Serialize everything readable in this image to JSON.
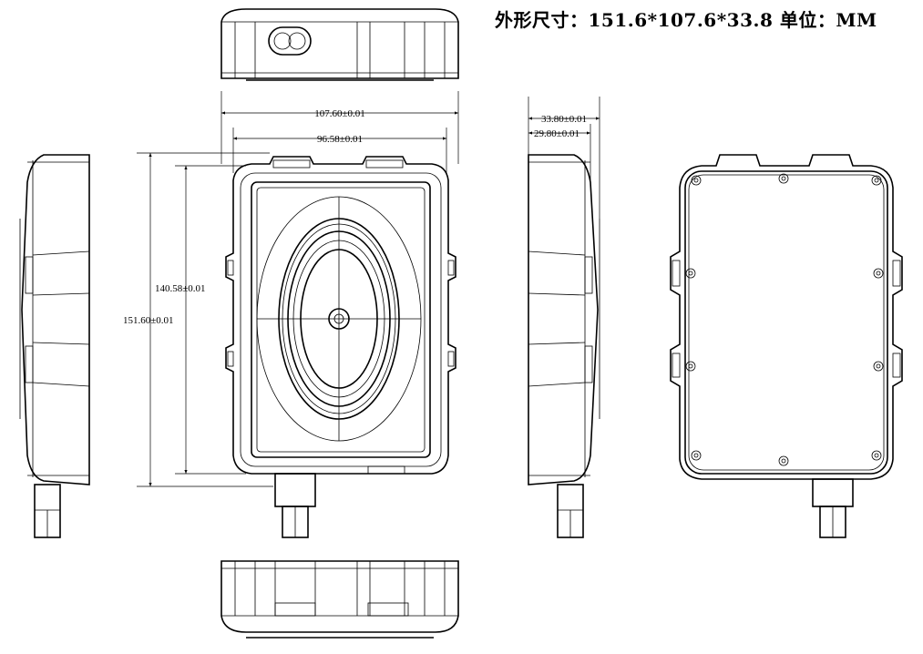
{
  "header": {
    "title": "外形尺寸：151.6*107.6*33.8 单位：MM"
  },
  "dimensions": {
    "width_outer": "107.60±0.01",
    "width_inner": "96.58±0.01",
    "height_outer": "151.60±0.01",
    "height_inner": "140.58±0.01",
    "depth_outer": "33.80±0.01",
    "depth_inner": "29.80±0.01"
  }
}
